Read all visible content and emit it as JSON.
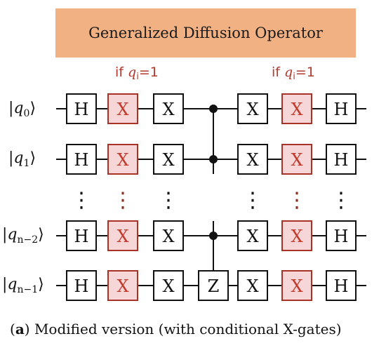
{
  "header": {
    "title": "Generalized Diffusion Operator",
    "bg_color": "#f2b183"
  },
  "conditions": {
    "left": {
      "prefix": "if ",
      "var": "q",
      "sub": "i",
      "suffix": "=1"
    },
    "right": {
      "prefix": "if ",
      "var": "q",
      "sub": "i",
      "suffix": "=1"
    },
    "color": "#b03a2e"
  },
  "qubits": [
    {
      "label_base": "q",
      "label_sub": "0"
    },
    {
      "label_base": "q",
      "label_sub": "1"
    },
    {
      "label_base": "q",
      "label_sub": "n−2"
    },
    {
      "label_base": "q",
      "label_sub": "n−1"
    }
  ],
  "gates": {
    "h": "H",
    "x": "X",
    "z": "Z",
    "conditional_fill": "#f6d6d6",
    "conditional_stroke": "#a93226"
  },
  "ellipsis": "⋮",
  "caption": {
    "paren_open": "(",
    "letter": "a",
    "paren_close": ")",
    "text": " Modified version (with conditional X-gates)"
  }
}
